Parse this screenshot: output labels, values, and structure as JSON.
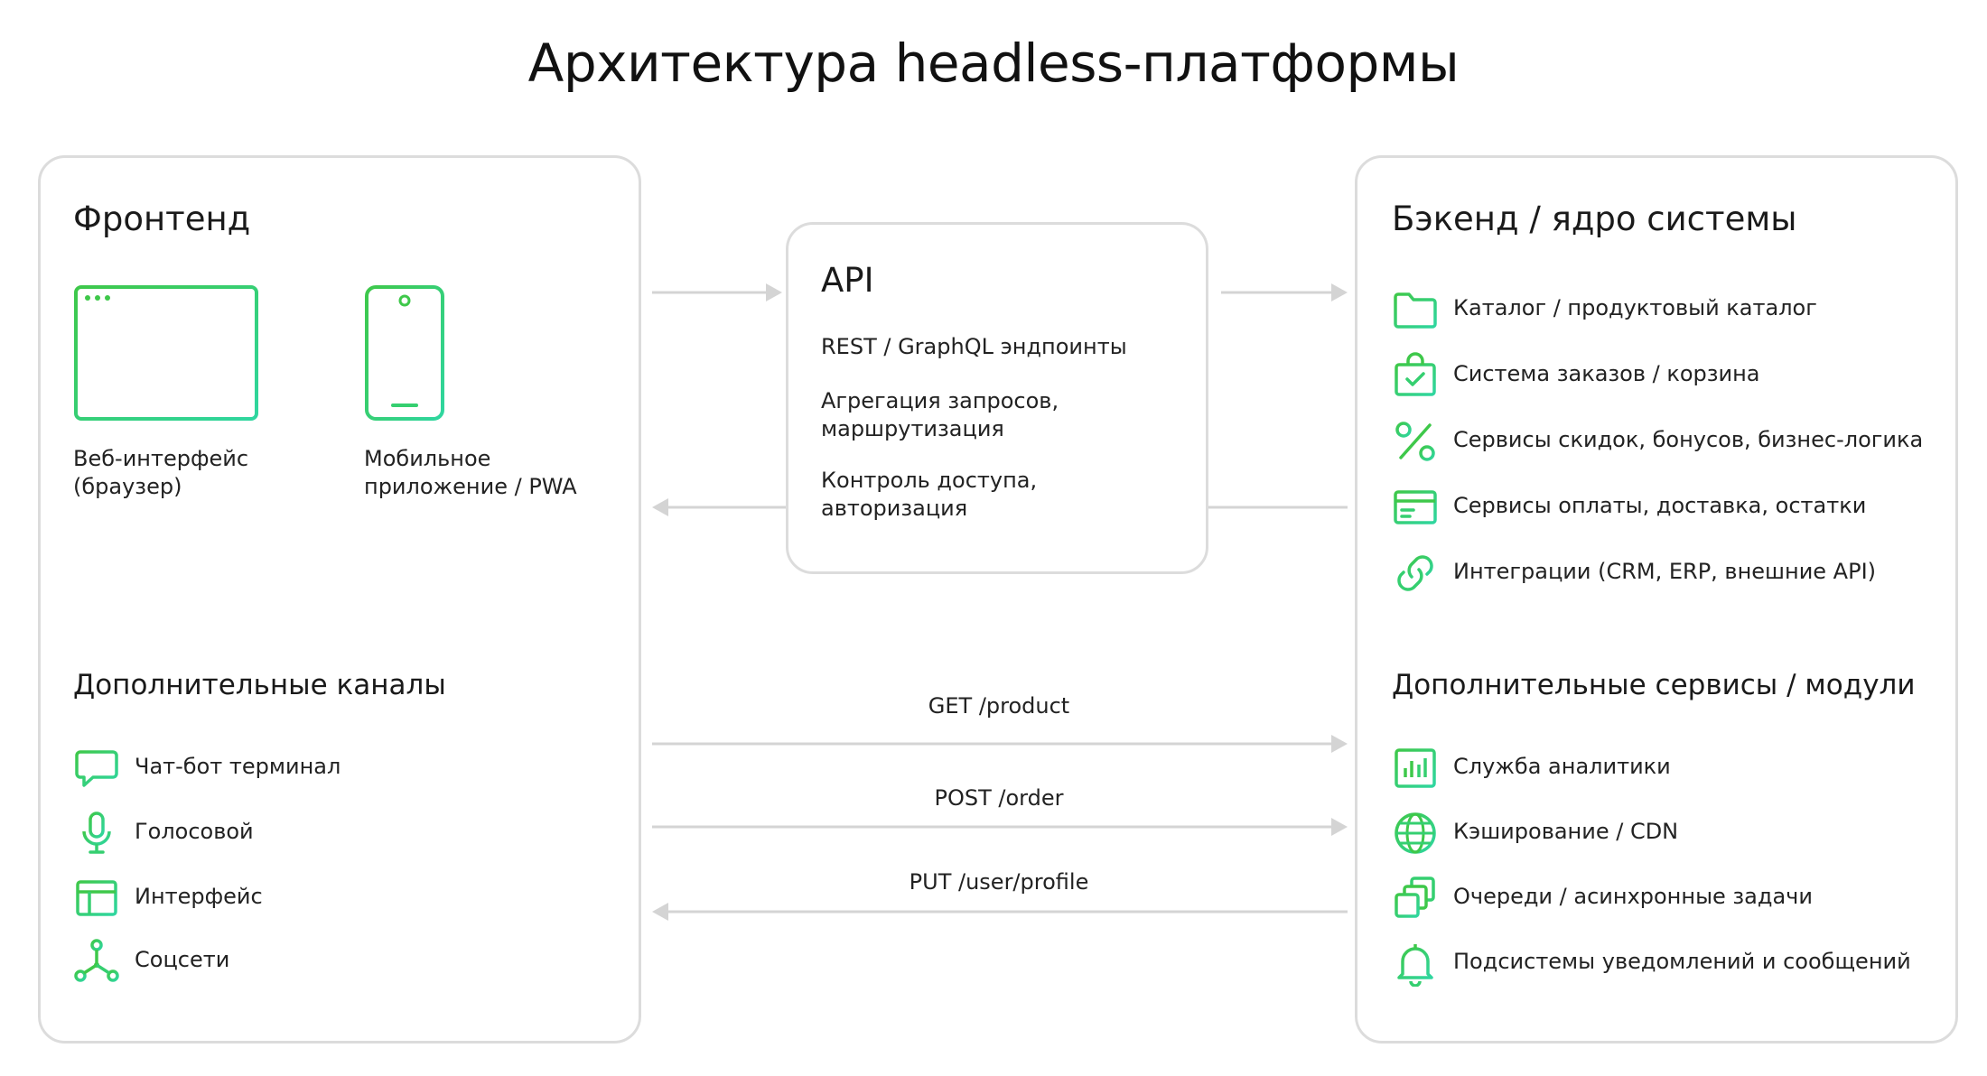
{
  "title": "Архитектура headless-платформы",
  "frontend": {
    "heading": "Фронтенд",
    "devices": [
      {
        "icon": "browser-window-icon",
        "line1": "Веб-интерфейс",
        "line2": "(браузер)"
      },
      {
        "icon": "mobile-phone-icon",
        "line1": "Мобильное",
        "line2": "приложение / PWA"
      }
    ],
    "channels_heading": "Дополнительные каналы",
    "channels": [
      {
        "icon": "chat-bubble-icon",
        "label": "Чат-бот терминал"
      },
      {
        "icon": "microphone-icon",
        "label": "Голосовой"
      },
      {
        "icon": "layout-panel-icon",
        "label": "Интерфейс"
      },
      {
        "icon": "network-nodes-icon",
        "label": "Соцсети"
      }
    ]
  },
  "api": {
    "heading": "API",
    "lines": [
      [
        "REST / GraphQL эндпоинты"
      ],
      [
        "Агрегация запросов,",
        "маршрутизация"
      ],
      [
        "Контроль доступа,",
        "авторизация"
      ]
    ]
  },
  "backend": {
    "heading": "Бэкенд / ядро системы",
    "items": [
      {
        "icon": "folder-icon",
        "label": "Каталог / продуктовый каталог"
      },
      {
        "icon": "shopping-bag-check-icon",
        "label": "Система заказов / корзина"
      },
      {
        "icon": "percent-icon",
        "label": "Сервисы скидок, бонусов, бизнес-логика"
      },
      {
        "icon": "credit-card-icon",
        "label": "Сервисы оплаты, доставка, остатки"
      },
      {
        "icon": "link-icon",
        "label": "Интеграции (CRM, ERP, внешние API)"
      }
    ],
    "modules_heading": "Дополнительные сервисы / модули",
    "modules": [
      {
        "icon": "bar-chart-icon",
        "label": "Служба аналитики"
      },
      {
        "icon": "globe-icon",
        "label": "Кэширование / CDN"
      },
      {
        "icon": "stacked-copies-icon",
        "label": "Очереди / асинхронные задачи"
      },
      {
        "icon": "bell-icon",
        "label": "Подсистемы уведомлений и сообщений"
      }
    ]
  },
  "routes": [
    {
      "label": "GET /product",
      "direction": "right"
    },
    {
      "label": "POST /order",
      "direction": "right"
    },
    {
      "label": "PUT /user/profile",
      "direction": "left"
    }
  ],
  "colors": {
    "accent_start": "#3ec84a",
    "accent_end": "#2fd6a0",
    "border": "#dcdcdc",
    "arrow": "#d4d4d4"
  }
}
